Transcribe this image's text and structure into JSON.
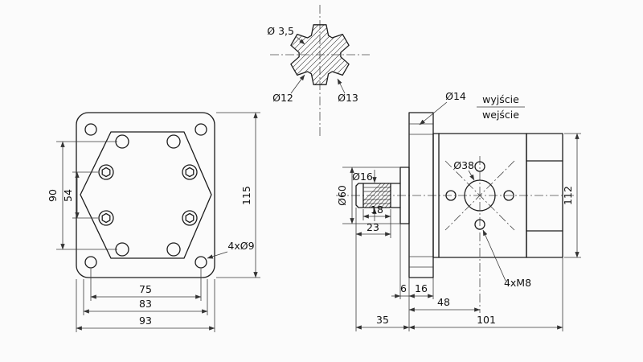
{
  "colors": {
    "background": "#fbfbfb",
    "ink": "#1c1c1c"
  },
  "front_view": {
    "dim_hole_rows_vertical": "90",
    "dim_inner_holes_vertical": "54",
    "dim_flange_height": "115",
    "dim_bottom_inner": "75",
    "dim_bottom_middle": "83",
    "dim_bottom_outer": "93",
    "corner_holes_label": "4xØ9"
  },
  "spline_section": {
    "dim_tooth": "Ø 3,5",
    "dim_root_diameter": "Ø12",
    "dim_outer_diameter": "Ø13"
  },
  "side_view": {
    "dim_flange_hole": "Ø14",
    "port_outlet": "wyjście",
    "port_inlet": "wejście",
    "dim_boss_diameter": "Ø60",
    "dim_shaft_diameter": "Ø16",
    "dim_pilot_diameter": "Ø38",
    "dim_spline_length": "18",
    "dim_shaft_length": "23",
    "dim_body_height": "112",
    "dim_step_thickness": "6",
    "dim_flange_thickness": "16",
    "dim_to_axis": "48",
    "dim_shaft_total": "35",
    "dim_body_length": "101",
    "mount_holes_label": "4xM8"
  }
}
